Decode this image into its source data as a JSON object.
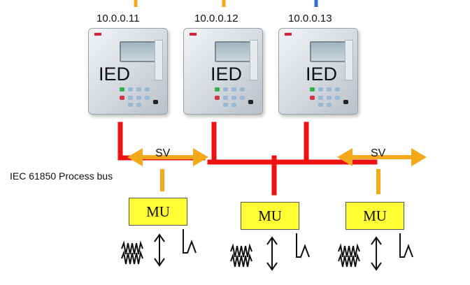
{
  "ieds": [
    {
      "ip": "10.0.0.11",
      "label": "IED",
      "feed_color": "#f4a81c"
    },
    {
      "ip": "10.0.0.12",
      "label": "IED",
      "feed_color": "#f4a81c"
    },
    {
      "ip": "10.0.0.13",
      "label": "IED",
      "feed_color": "#2f6fd6"
    }
  ],
  "sv_labels": [
    "SV",
    "SV"
  ],
  "bus_label": "IEC 61850 Process bus",
  "merging_units": [
    {
      "label": "MU"
    },
    {
      "label": "MU"
    },
    {
      "label": "MU"
    }
  ],
  "colors": {
    "bus": "#ee1111",
    "sv_arrow": "#f4a81c",
    "mu_fill": "#ffff33"
  },
  "icons": [
    "resistor-icon",
    "double-arrow-icon",
    "waveform-icon"
  ]
}
